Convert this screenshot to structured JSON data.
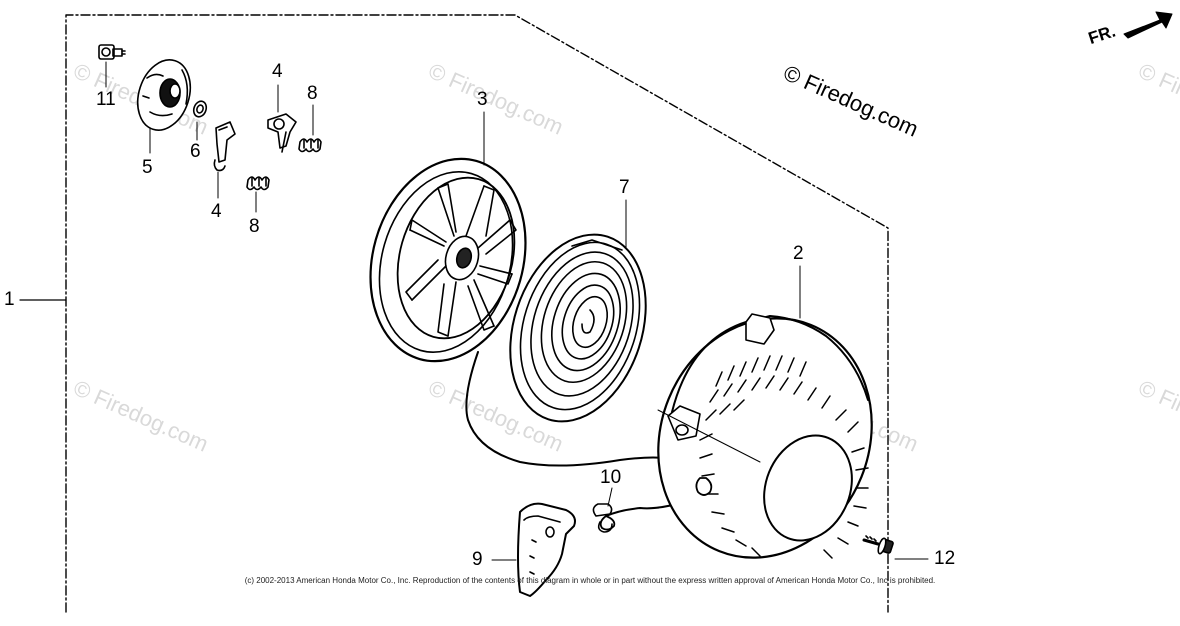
{
  "diagram": {
    "direction_label": "FR.",
    "watermark_primary": "© Firedog.com",
    "watermark_faint": "© Firedog.com",
    "copyright": "(c) 2002-2013 American Honda Motor Co., Inc. Reproduction of the contents of this diagram in whole or in part without the express written approval of American Honda Motor Co., Inc is prohibited.",
    "callouts": {
      "c1": "1",
      "c11": "11",
      "c5": "5",
      "c6": "6",
      "c4a": "4",
      "c8a": "8",
      "c4b": "4",
      "c8b": "8",
      "c3": "3",
      "c7": "7",
      "c2": "2",
      "c10": "10",
      "c9": "9",
      "c12": "12"
    }
  }
}
